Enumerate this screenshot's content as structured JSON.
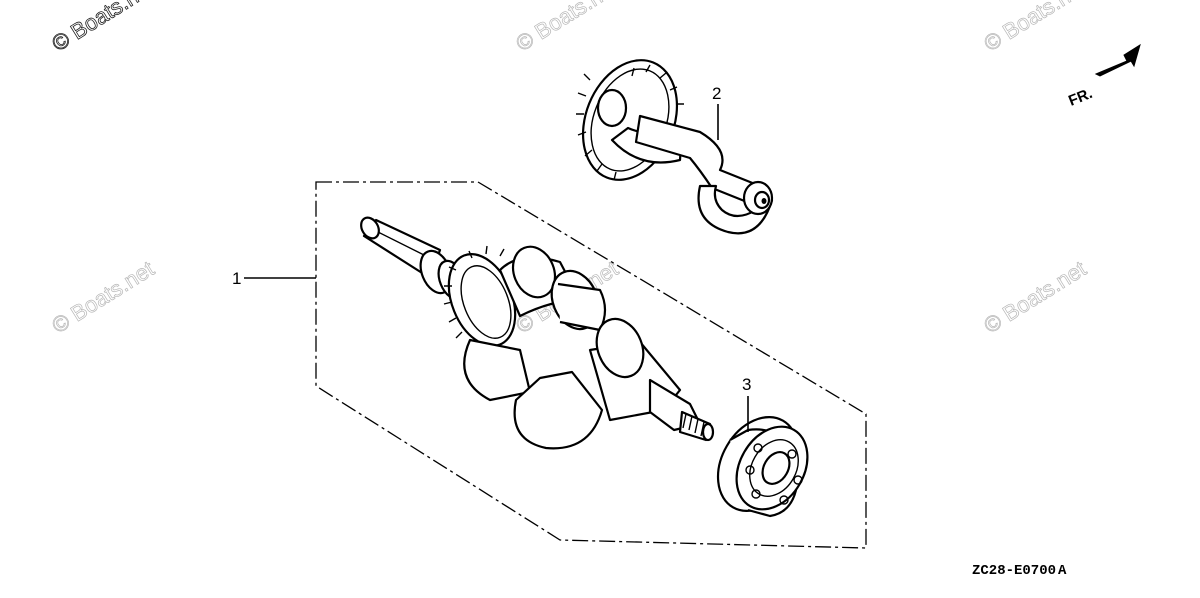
{
  "diagram": {
    "callouts": [
      {
        "id": "1",
        "label": "1"
      },
      {
        "id": "2",
        "label": "2"
      },
      {
        "id": "3",
        "label": "3"
      }
    ],
    "direction_label": "FR.",
    "drawing_code": "ZC28-E0700",
    "drawing_suffix": "A",
    "watermark_text": "© Boats.net"
  }
}
